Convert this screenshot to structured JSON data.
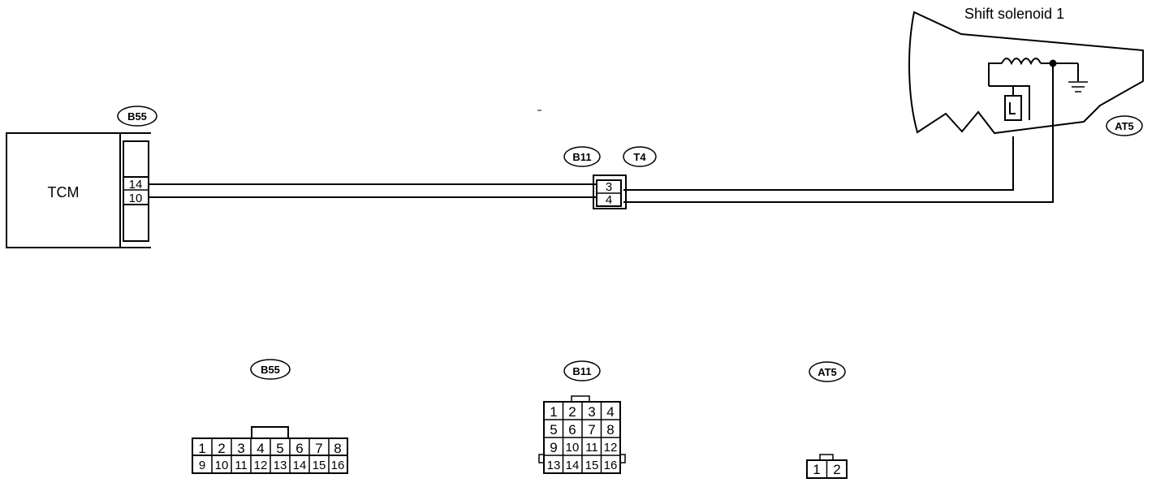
{
  "module": {
    "name": "TCM"
  },
  "solenoid": {
    "title": "Shift solenoid 1"
  },
  "connectors": {
    "b55": {
      "code": "B55",
      "pins_wired": [
        "14",
        "10"
      ]
    },
    "b11": {
      "code": "B11"
    },
    "t4": {
      "code": "T4",
      "pins_wired": [
        "3",
        "4"
      ]
    },
    "at5": {
      "code": "AT5"
    }
  },
  "faces": {
    "b55": {
      "code": "B55",
      "rows": [
        [
          "1",
          "2",
          "3",
          "4",
          "5",
          "6",
          "7",
          "8"
        ],
        [
          "9",
          "10",
          "11",
          "12",
          "13",
          "14",
          "15",
          "16"
        ]
      ]
    },
    "b11": {
      "code": "B11",
      "rows": [
        [
          "1",
          "2",
          "3",
          "4"
        ],
        [
          "5",
          "6",
          "7",
          "8"
        ],
        [
          "9",
          "10",
          "11",
          "12"
        ],
        [
          "13",
          "14",
          "15",
          "16"
        ]
      ]
    },
    "at5": {
      "code": "AT5",
      "rows": [
        [
          "1",
          "2"
        ]
      ]
    }
  },
  "colors": {
    "line": "#000000",
    "background": "#ffffff"
  }
}
